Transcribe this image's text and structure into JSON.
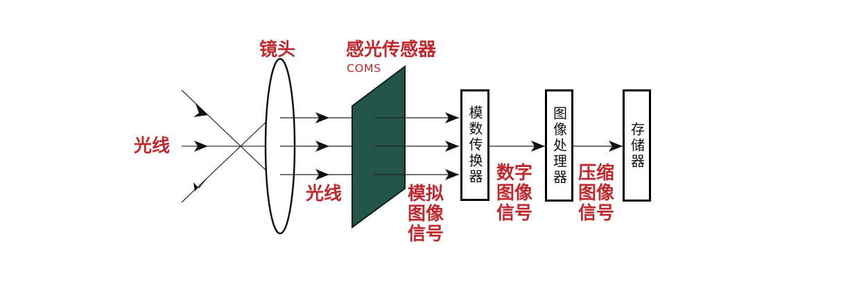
{
  "colors": {
    "label_red": "#c0282d",
    "sensor_fill": "#24554a",
    "line": "#222222"
  },
  "labels": {
    "light_left": "光线",
    "lens": "镜头",
    "sensor": "感光传感器",
    "sensor_type": "COMS",
    "light_middle": "光线",
    "analog_signal": "模拟图像信号",
    "digital_signal": "数字图像信号",
    "compressed_signal": "压缩图像信号"
  },
  "boxes": {
    "adc": "模数传换器",
    "isp": "图像处理器",
    "storage": "存储器"
  }
}
